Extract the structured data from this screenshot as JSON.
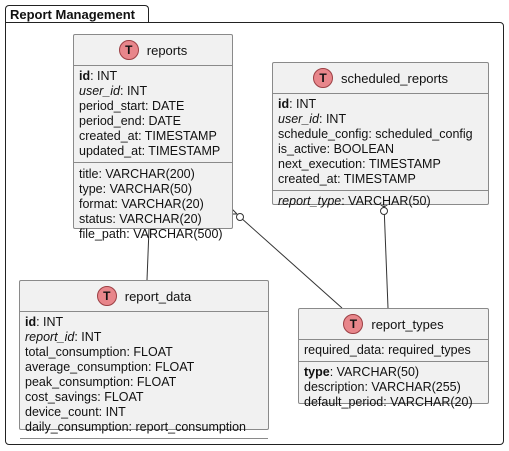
{
  "package": {
    "title": "Report Management"
  },
  "entities": {
    "reports": {
      "badge": "T",
      "name": "reports",
      "keys": [
        {
          "name": "id",
          "type": ": INT"
        },
        {
          "name": "user_id",
          "type": ": INT"
        },
        {
          "name": "period_start",
          "type": ": DATE"
        },
        {
          "name": "period_end",
          "type": ": DATE"
        },
        {
          "name": "created_at",
          "type": ": TIMESTAMP"
        },
        {
          "name": "updated_at",
          "type": ": TIMESTAMP"
        }
      ],
      "fields": [
        "title: VARCHAR(200)",
        "type: VARCHAR(50)",
        "format: VARCHAR(20)",
        "status: VARCHAR(20)",
        "file_path: VARCHAR(500)"
      ]
    },
    "scheduled_reports": {
      "badge": "T",
      "name": "scheduled_reports",
      "keys": [
        {
          "name": "id",
          "type": ": INT"
        },
        {
          "name": "user_id",
          "type": ": INT"
        },
        {
          "name": "schedule_config",
          "type": ": scheduled_config"
        },
        {
          "name": "is_active",
          "type": ": BOOLEAN"
        },
        {
          "name": "next_execution",
          "type": ": TIMESTAMP"
        },
        {
          "name": "created_at",
          "type": ": TIMESTAMP"
        }
      ],
      "fk": {
        "name": "report_type",
        "type": ": VARCHAR(50)"
      }
    },
    "report_data": {
      "badge": "T",
      "name": "report_data",
      "keys": [
        {
          "name": "id",
          "type": ": INT"
        },
        {
          "name": "report_id",
          "type": ": INT"
        },
        {
          "name": "total_consumption",
          "type": ": FLOAT"
        },
        {
          "name": "average_consumption",
          "type": ": FLOAT"
        },
        {
          "name": "peak_consumption",
          "type": ": FLOAT"
        },
        {
          "name": "cost_savings",
          "type": ": FLOAT"
        },
        {
          "name": "device_count",
          "type": ": INT"
        },
        {
          "name": "daily_consumption",
          "type": ": report_consumption"
        }
      ]
    },
    "report_types": {
      "badge": "T",
      "name": "report_types",
      "top": "required_data: required_types",
      "keys": [
        {
          "name": "type",
          "type": ": VARCHAR(50)"
        },
        {
          "name": "description",
          "type": ": VARCHAR(255)"
        },
        {
          "name": "default_period",
          "type": ": VARCHAR(20)"
        }
      ]
    }
  }
}
